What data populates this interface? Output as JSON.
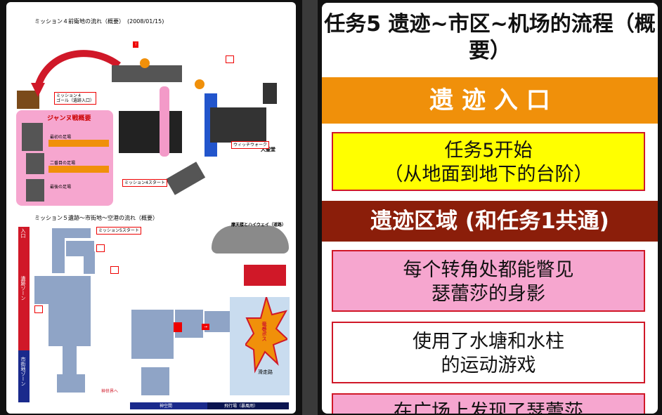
{
  "left_doc": {
    "top_title": "ミッション４前衛地の流れ（概要）　(2008/01/15)",
    "bottom_title": "ミッション５遺跡～市街地～空港の流れ（概要）",
    "labels": {
      "goal": "ミッション４\nゴール（遺跡入口）",
      "jeanne_fight_title": "ジャンヌ戦概要",
      "first_fight": "最初の足場",
      "second_fight": "二番目の足場",
      "final_fight": "最後の足場",
      "start": "ミッション4スタート",
      "great_church": "大聖堂",
      "witch_walk": "ウィッチウォーク",
      "mission5_start": "ミッション5スタート",
      "entrance": "入口",
      "ruins_zone": "遺跡ゾーン",
      "city_zone": "市街地ゾーン",
      "dragon_boss": "竜巻ボス",
      "runway": "滑走路",
      "god_space": "神空間",
      "airfield": "飛行場（暴風雨）",
      "to_god_world": "神世界へ",
      "bridge": "摩天楼とハイウェイ（道路）"
    }
  },
  "right_panel": {
    "title": "任务5 遗迹~市区~机场的流程（概要）",
    "section1": "遗 迹 入 口",
    "card1": "任务5开始\n（从地面到地下的台阶）",
    "section2": "遗迹区域 (和任务1共通)",
    "card2": "每个转角处都能瞥见\n瑟蕾莎的身影",
    "card3": "使用了水塘和水柱\n的运动游戏",
    "card4": "在广场上发现了瑟蕾莎"
  },
  "colors": {
    "orange": "#f0900a",
    "yellow": "#ffff00",
    "pink": "#f6a6cf",
    "darkred": "#8b1e0a",
    "red": "#d01828"
  }
}
